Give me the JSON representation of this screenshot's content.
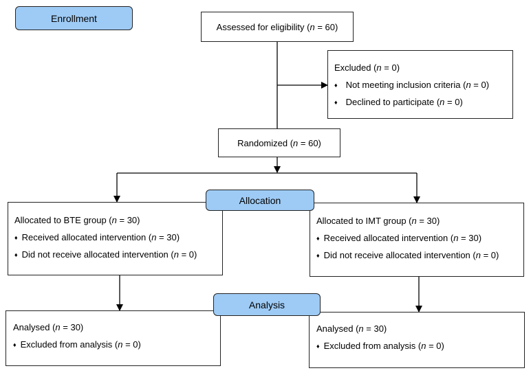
{
  "labels": {
    "enrollment": "Enrollment",
    "allocation": "Allocation",
    "analysis": "Analysis"
  },
  "n_symbol": "n",
  "bullet": "♦",
  "assessed": {
    "prefix": "Assessed for eligibility (",
    "suffix": " = 60)"
  },
  "excluded": {
    "title": {
      "prefix": "Excluded (",
      "suffix": " = 0)"
    },
    "items": [
      {
        "prefix": "Not meeting inclusion criteria (",
        "suffix": " = 0)"
      },
      {
        "prefix": "Declined to participate (",
        "suffix": " = 0)"
      }
    ]
  },
  "randomized": {
    "prefix": "Randomized (",
    "suffix": " = 60)"
  },
  "bte": {
    "title": {
      "prefix": "Allocated to BTE group (",
      "suffix": " = 30)"
    },
    "items": [
      {
        "prefix": "Received allocated intervention (",
        "suffix": " = 30)"
      },
      {
        "prefix": "Did not receive allocated intervention (",
        "suffix": " = 0)"
      }
    ]
  },
  "imt": {
    "title": {
      "prefix": "Allocated to IMT group (",
      "suffix": " = 30)"
    },
    "items": [
      {
        "prefix": "Received allocated intervention (",
        "suffix": " = 30)"
      },
      {
        "prefix": "Did not receive allocated intervention (",
        "suffix": " = 0)"
      }
    ]
  },
  "analysed_left": {
    "title": {
      "prefix": "Analysed (",
      "suffix": " = 30)"
    },
    "items": [
      {
        "prefix": "Excluded from analysis (",
        "suffix": " = 0)"
      }
    ]
  },
  "analysed_right": {
    "title": {
      "prefix": "Analysed (",
      "suffix": " = 30)"
    },
    "items": [
      {
        "prefix": "Excluded from analysis (",
        "suffix": " = 0)"
      }
    ]
  }
}
